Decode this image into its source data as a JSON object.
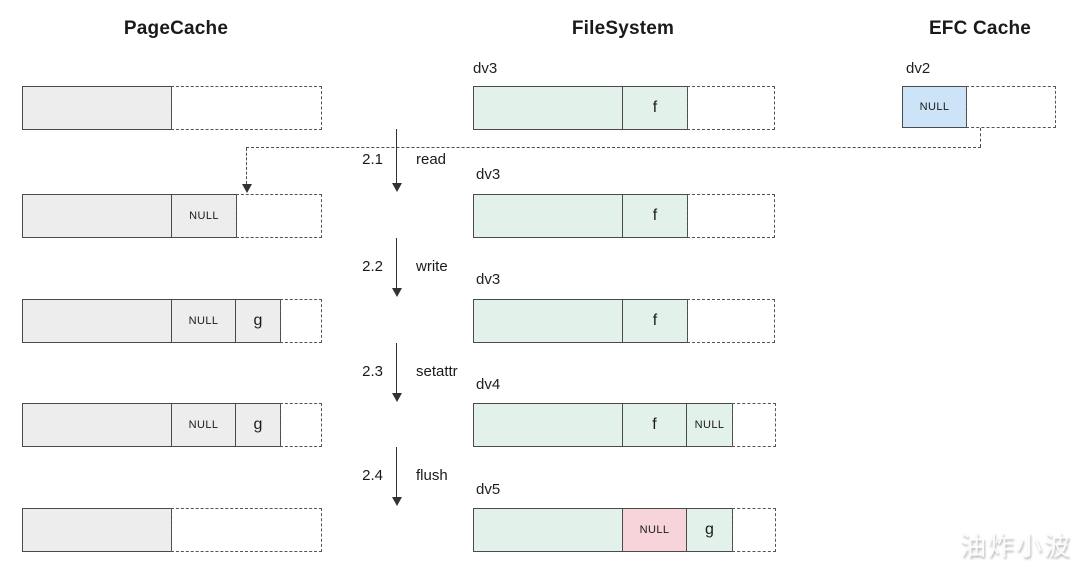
{
  "headers": {
    "pagecache": "PageCache",
    "filesystem": "FileSystem",
    "efc": "EFC Cache"
  },
  "steps": [
    {
      "num": "2.1",
      "op": "read"
    },
    {
      "num": "2.2",
      "op": "write"
    },
    {
      "num": "2.3",
      "op": "setattr"
    },
    {
      "num": "2.4",
      "op": "flush"
    }
  ],
  "pagecache": {
    "rows": [
      {
        "cells": []
      },
      {
        "cells": [
          "NULL"
        ]
      },
      {
        "cells": [
          "NULL",
          "g"
        ]
      },
      {
        "cells": [
          "NULL",
          "g"
        ]
      },
      {
        "cells": []
      }
    ]
  },
  "filesystem": {
    "rows": [
      {
        "label": "dv3",
        "cells": [
          "f"
        ]
      },
      {
        "label": "dv3",
        "cells": [
          "f"
        ]
      },
      {
        "label": "dv3",
        "cells": [
          "f"
        ]
      },
      {
        "label": "dv4",
        "cells": [
          "f",
          "NULL"
        ]
      },
      {
        "label": "dv5",
        "cells": [
          "NULL",
          "g"
        ]
      }
    ]
  },
  "efc": {
    "label": "dv2",
    "cell": "NULL"
  },
  "watermark": "油炸小波",
  "colors": {
    "accent_green": "#e2f1e9",
    "accent_blue": "#cde3f7",
    "accent_pink": "#f7d4d9",
    "accent_gray": "#ededed",
    "line": "#4a4a4a"
  }
}
